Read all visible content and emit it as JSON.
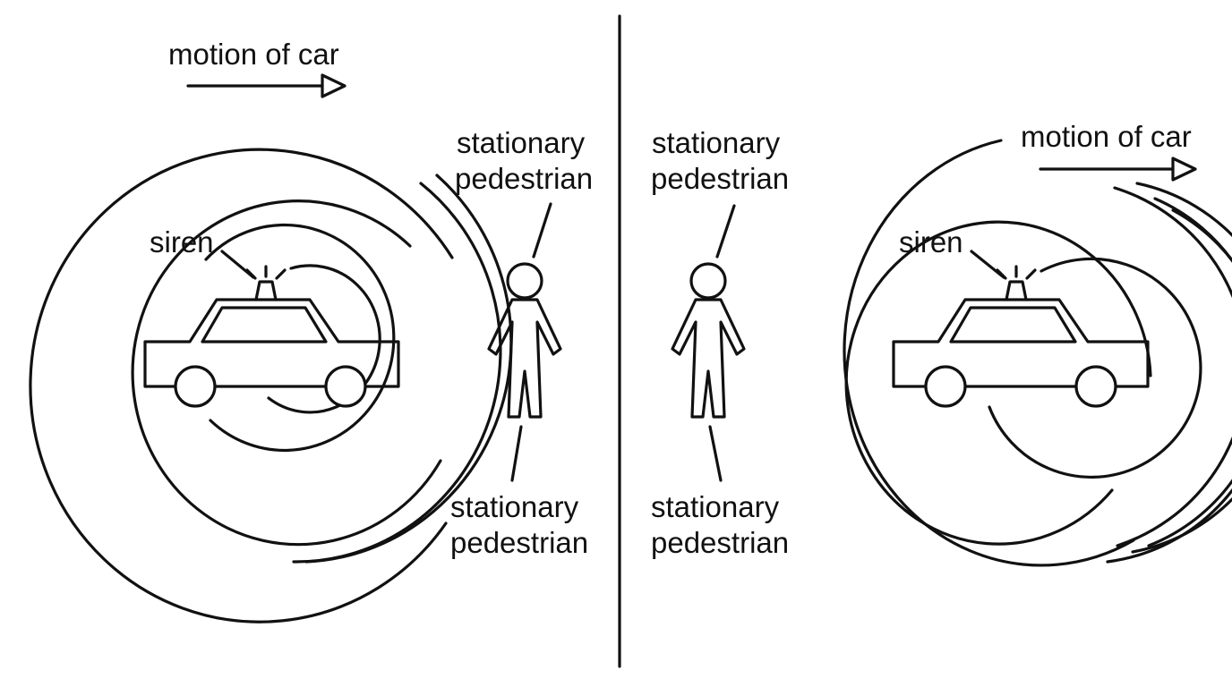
{
  "panels": [
    {
      "motion_label": "motion of car",
      "siren_label": "siren",
      "pedestrian_top_label": [
        "stationary",
        "pedestrian"
      ],
      "pedestrian_bottom_label": [
        "stationary",
        "pedestrian"
      ]
    },
    {
      "motion_label": "motion of car",
      "siren_label": "siren",
      "pedestrian_top_label": [
        "stationary",
        "pedestrian"
      ],
      "pedestrian_bottom_label": [
        "stationary",
        "pedestrian"
      ]
    }
  ]
}
